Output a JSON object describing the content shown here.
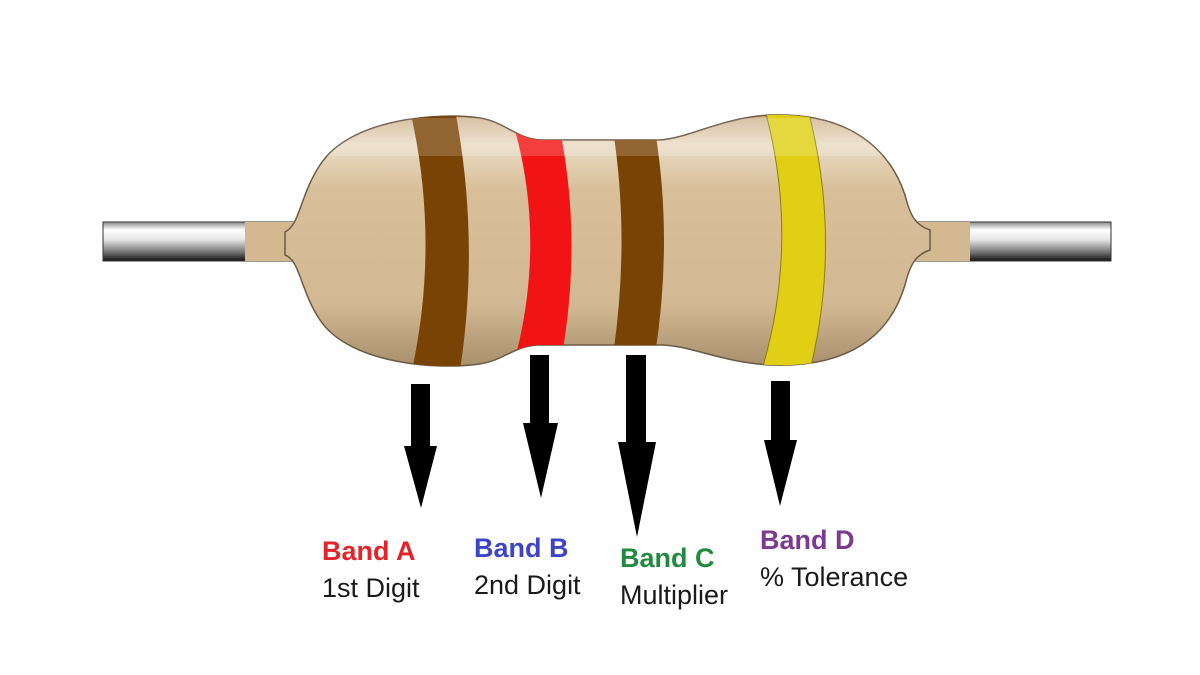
{
  "diagram": {
    "subject": "Resistor color code",
    "body_color": "#d9bf98",
    "lead_color": "#c8c8c8",
    "bands": [
      {
        "id": "A",
        "title": "Band A",
        "description": "1st Digit",
        "band_color": "#7a4306",
        "label_color": "#e5242a"
      },
      {
        "id": "B",
        "title": "Band B",
        "description": "2nd Digit",
        "band_color": "#f21414",
        "label_color": "#3d44c6"
      },
      {
        "id": "C",
        "title": "Band C",
        "description": "Multiplier",
        "band_color": "#7a4306",
        "label_color": "#228a3f"
      },
      {
        "id": "D",
        "title": "Band D",
        "description": "% Tolerance",
        "band_color": "#e0cf14",
        "label_color": "#7b3a8f"
      }
    ]
  }
}
